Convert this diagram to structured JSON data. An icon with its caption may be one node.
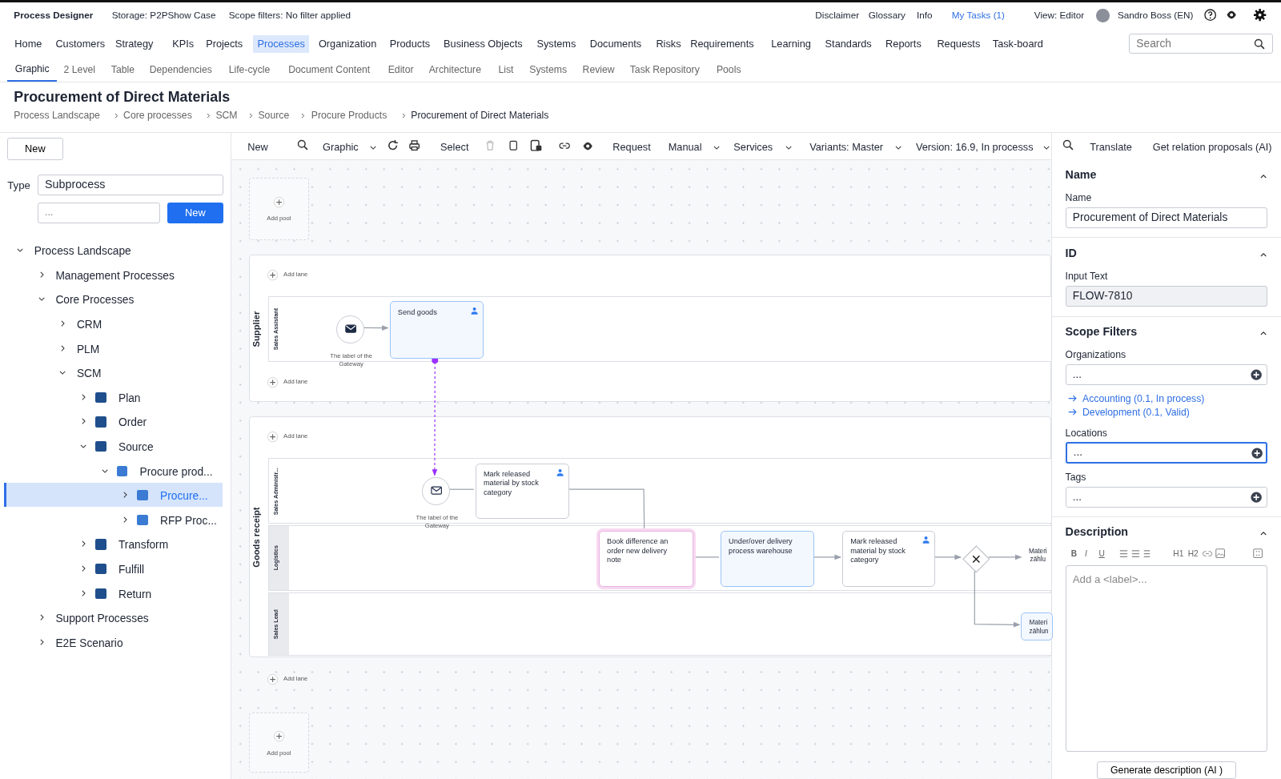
{
  "diagram": {
    "nodes": [
      {
        "text": [
          "Add pool"
        ]
      },
      {
        "text": [
          "Supplier"
        ]
      },
      {
        "text": [
          "Sales Assistant"
        ],
        "in": 1
      },
      {
        "text": [],
        "shape": "circle",
        "beside": [
          "The label of the Gateway"
        ],
        "in": 2
      },
      {
        "text": [
          "Send goods"
        ],
        "in": 2
      },
      {
        "text": [
          "Goods receipt"
        ]
      },
      {
        "text": [
          "Sales Administr..."
        ],
        "in": 5
      },
      {
        "text": [],
        "shape": "circle",
        "beside": [
          "The label of the Gateway"
        ],
        "in": 6
      },
      {
        "text": [
          "Mark released material by stock category"
        ],
        "in": 6
      },
      {
        "text": [
          "Logistics"
        ],
        "in": 5
      },
      {
        "text": [
          "Book difference an order new delivery note"
        ],
        "in": 9
      },
      {
        "text": [
          "Under/over delivery process warehouse"
        ],
        "in": 9
      },
      {
        "text": [
          "Mark released material by stock category"
        ],
        "in": 9
      },
      {
        "text": [],
        "shape": "diamond",
        "in": 9
      },
      {
        "text": [
          "Materi zählu"
        ],
        "in": 9
      },
      {
        "text": [
          "Sales Lead"
        ],
        "in": 5
      },
      {
        "text": [
          "Materi zählun"
        ],
        "in": 15
      },
      {
        "text": [
          "Add pool"
        ]
      }
    ],
    "edges": [
      {
        "from": 3,
        "to": 4,
        "arrow": "to"
      },
      {
        "from": 4,
        "to": 7,
        "arrow": "to",
        "style": "dashed",
        "color": "#9b30ff"
      },
      {
        "from": 7,
        "to": 8,
        "arrow": "none"
      },
      {
        "from": 8,
        "to": 10,
        "arrow": "none"
      },
      {
        "from": 10,
        "to": 11,
        "arrow": "none"
      },
      {
        "from": 11,
        "to": 12,
        "arrow": "to"
      },
      {
        "from": 12,
        "to": 13,
        "arrow": "to"
      },
      {
        "from": 13,
        "to": 14,
        "arrow": "to"
      },
      {
        "from": 13,
        "to": 16,
        "arrow": "to"
      }
    ],
    "labels": [
      "Process Designer",
      "Storage: P2PShow Case",
      "Scope filters: No filter applied",
      "Disclaimer",
      "Glossary",
      "Info",
      "My Tasks (1)",
      "View: Editor",
      "Sandro Boss (EN)",
      "Home",
      "Customers",
      "Strategy",
      "KPIs",
      "Projects",
      "Processes",
      "Organization",
      "Products",
      "Business Objects",
      "Systems",
      "Documents",
      "Risks",
      "Requirements",
      "Learning",
      "Standards",
      "Reports",
      "Requests",
      "Task-board",
      "Search",
      "Graphic",
      "2 Level",
      "Table",
      "Dependencies",
      "Life-cycle",
      "Document Content",
      "Editor",
      "Architecture",
      "List",
      "Systems",
      "Review",
      "Task Repository",
      "Pools",
      "Procurement of Direct Materials",
      "Process Landscape",
      "Core processes",
      "SCM",
      "Source",
      "Procure Products",
      "Procurement of Direct Materials",
      "New",
      "Type",
      "Subprocess",
      "...",
      "New",
      "Process Landscape",
      "Management Processes",
      "Core Processes",
      "CRM",
      "PLM",
      "SCM",
      "Plan",
      "Order",
      "Source",
      "Procure prod...",
      "Procure...",
      "RFP Proc...",
      "Transform",
      "Fulfill",
      "Return",
      "Support Processes",
      "E2E Scenario",
      "New",
      "Graphic",
      "Select",
      "Request",
      "Manual",
      "Services",
      "Variants: Master",
      "Version: 16.9, In processs",
      "Translate",
      "Get relation proposals (AI)",
      "Add lane",
      "Add lane",
      "Add lane",
      "Add lane",
      "Name",
      "Name",
      "Procurement of Direct Materials",
      "ID",
      "Input Text",
      "FLOW-7810",
      "Scope Filters",
      "Organizations",
      "...",
      "Accounting (0.1, In process)",
      "Development (0.1, Valid)",
      "Locations",
      "...",
      "Tags",
      "...",
      "Description",
      "B",
      "I",
      "U",
      "H1",
      "H2",
      "Add a <label>...",
      "Generate description (AI )"
    ]
  }
}
